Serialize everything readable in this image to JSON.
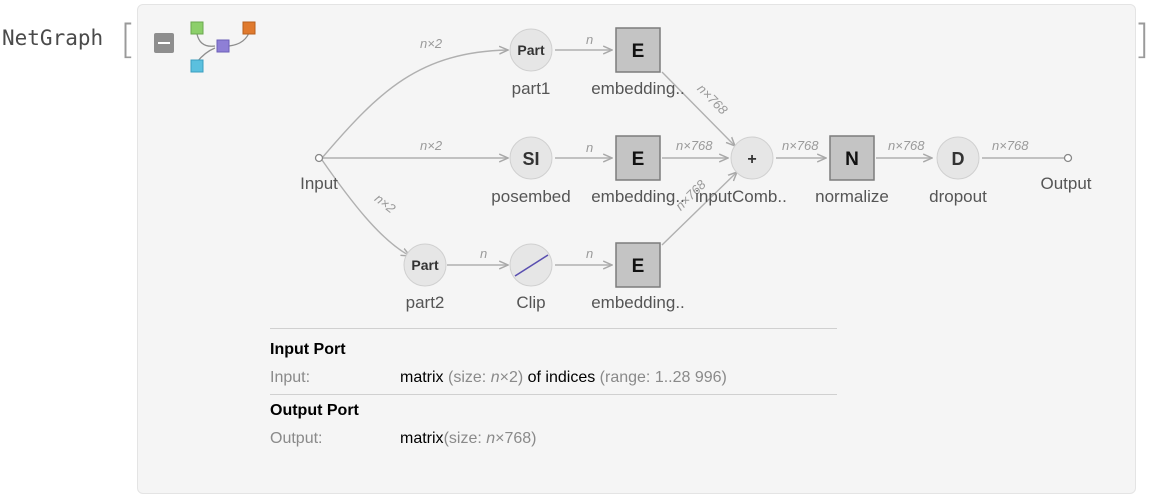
{
  "head": "NetGraph",
  "bracket_open": "[",
  "bracket_close": "]",
  "nodes": {
    "part1": {
      "glyph": "Part",
      "label": "part1"
    },
    "posembed": {
      "glyph": "SI",
      "label": "posembed"
    },
    "part2": {
      "glyph": "Part",
      "label": "part2"
    },
    "clip": {
      "label": "Clip"
    },
    "emb1": {
      "glyph": "E",
      "label": "embedding.."
    },
    "emb2": {
      "glyph": "E",
      "label": "embedding.."
    },
    "emb3": {
      "glyph": "E",
      "label": "embedding.."
    },
    "combine": {
      "glyph": "+",
      "label": "inputComb.."
    },
    "normalize": {
      "glyph": "N",
      "label": "normalize"
    },
    "dropout": {
      "glyph": "D",
      "label": "dropout"
    },
    "input": {
      "label": "Input"
    },
    "output": {
      "label": "Output"
    }
  },
  "edges": {
    "n2": "n×2",
    "n": "n",
    "n768": "n×768"
  },
  "ports": {
    "input_title": "Input Port",
    "input_key": "Input:",
    "input_val_a": "matrix",
    "input_val_b": "(size: ",
    "input_val_c": "n",
    "input_val_d": "×2)",
    "input_val_e": "of indices",
    "input_val_f": "(range: 1..28 996)",
    "output_title": "Output Port",
    "output_key": "Output:",
    "output_val_a": "matrix",
    "output_val_b": "(size: ",
    "output_val_c": "n",
    "output_val_d": "×768)"
  }
}
